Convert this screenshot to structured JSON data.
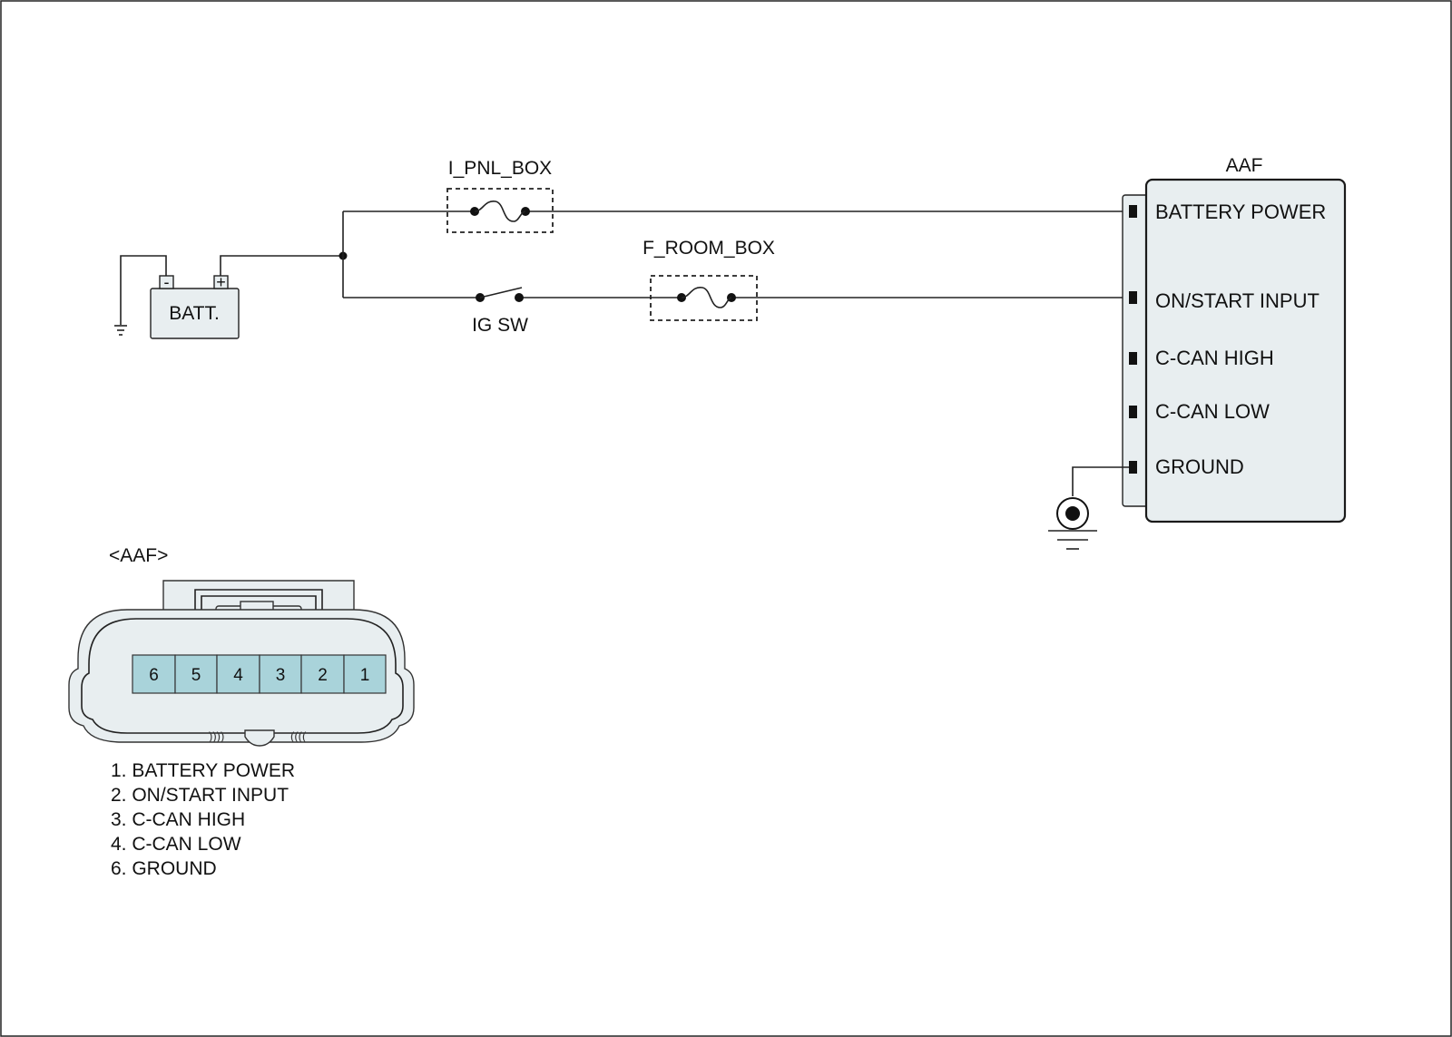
{
  "frame_color": "#222222",
  "component_fill": "#e8eef0",
  "cavity_fill": "#a9d3da",
  "battery": {
    "label": "BATT.",
    "neg_symbol": "-",
    "pos_symbol": "+"
  },
  "fuse_boxes": [
    {
      "label": "I_PNL_BOX"
    },
    {
      "label": "F_ROOM_BOX"
    }
  ],
  "switch": {
    "label": "IG SW"
  },
  "module": {
    "title": "AAF",
    "pins": [
      "BATTERY POWER",
      "ON/START INPUT",
      "C-CAN HIGH",
      "C-CAN LOW",
      "GROUND"
    ]
  },
  "connector": {
    "title": "<AAF>",
    "cavities": [
      "6",
      "5",
      "4",
      "3",
      "2",
      "1"
    ],
    "legend": [
      "1. BATTERY POWER",
      "2. ON/START INPUT",
      "3. C-CAN HIGH",
      "4. C-CAN LOW",
      "6. GROUND"
    ]
  }
}
